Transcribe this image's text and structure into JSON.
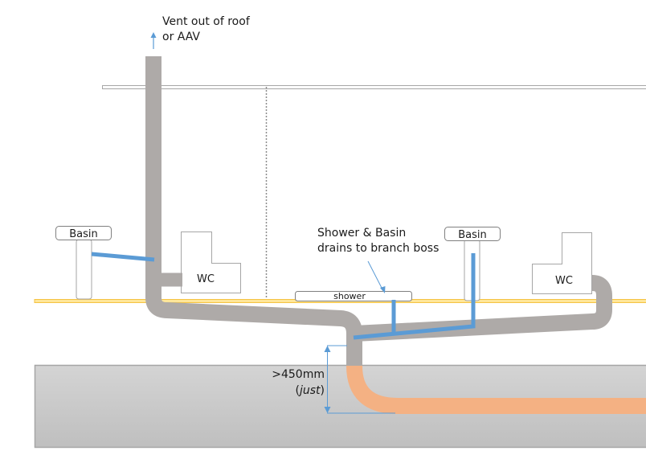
{
  "annotations": {
    "vent_line1": "Vent out of roof",
    "vent_line2": "or AAV",
    "branch_line1": "Shower & Basin",
    "branch_line2": "drains to branch boss",
    "depth_value": ">450mm",
    "depth_open": "(",
    "depth_italic": "just",
    "depth_close": ")"
  },
  "fixtures": {
    "basin_left": "Basin",
    "wc_left": "WC",
    "shower": "shower",
    "basin_right": "Basin",
    "wc_right": "WC"
  },
  "colors": {
    "soil_pipe": "#aeaaa8",
    "waste_pipe": "#5b9bd5",
    "buried_pipe": "#f4b183",
    "floor_line": "#f7c948",
    "ground": "#c8c8c8",
    "dimension": "#5b9bd5"
  }
}
